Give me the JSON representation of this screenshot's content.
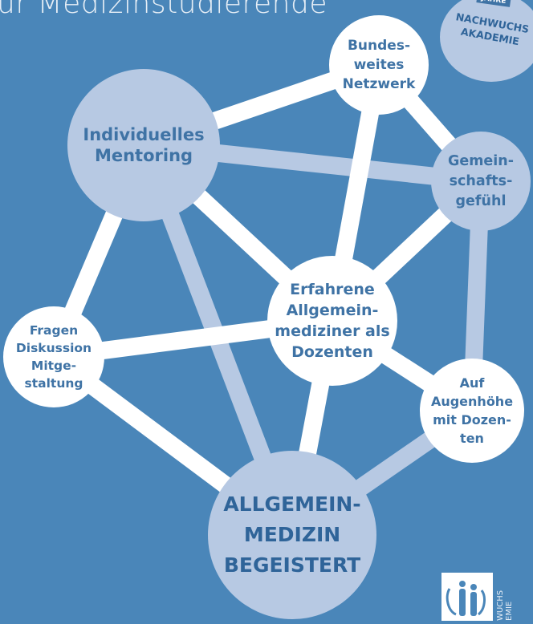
{
  "header": {
    "title": "ür Medizinstudierende"
  },
  "badge": {
    "top_label": "JAHRE",
    "label": "NACHWUCHS\nAKADEMIE"
  },
  "nodes": {
    "mentoring": "Individuelles\nMentoring",
    "netzwerk": "Bundes-\nweites\nNetzwerk",
    "gemeinschaft": "Gemein-\nschafts-\ngefühl",
    "dozenten": "Erfahrene\nAllgemein-\nmediziner als\nDozenten",
    "fragen": "Fragen\nDiskussion\nMitge-\nstaltung",
    "augenhoehe": "Auf\nAugenhöhe\nmit Dozen-\nten",
    "begeistert": "ALLGEMEIN-\nMEDIZIN\nBEGEISTERT"
  },
  "logo": {
    "side_text": "WUCHS\nEMIE"
  },
  "colors": {
    "background": "#4a86b9",
    "node_white": "#ffffff",
    "node_light": "#b7c9e3",
    "text_blue": "#3f73a5"
  }
}
